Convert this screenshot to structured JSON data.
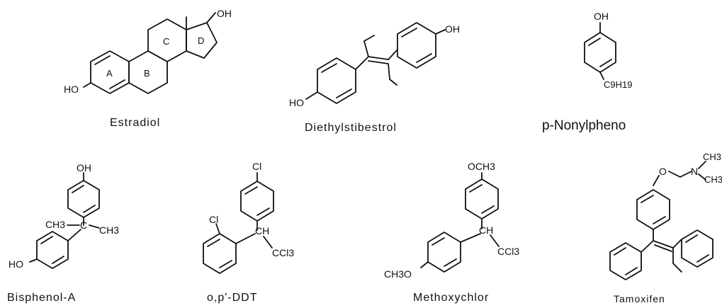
{
  "compounds": [
    {
      "name": "Estradiol",
      "labels": {
        "oh_top": "OH",
        "ho_left": "HO",
        "ring_a": "A",
        "ring_b": "B",
        "ring_c": "C",
        "ring_d": "D"
      }
    },
    {
      "name": "Diethylstibestrol",
      "labels": {
        "oh_right": "OH",
        "ho_left": "HO"
      }
    },
    {
      "name": "p-Nonylpheno",
      "labels": {
        "oh_top": "OH",
        "chain": "C9H19"
      }
    },
    {
      "name": "Bisphenol-A",
      "labels": {
        "oh_top": "OH",
        "ho_left": "HO",
        "ch3_left": "CH3",
        "ch3_right": "CH3",
        "center_c": "C"
      }
    },
    {
      "name": "o,p'-DDT",
      "labels": {
        "cl_top": "Cl",
        "cl_left": "Cl",
        "ch": "CH",
        "ccl3": "CCl3"
      }
    },
    {
      "name": "Methoxychlor",
      "labels": {
        "och3_top": "OCH3",
        "ch3o_left": "CH3O",
        "ch": "CH",
        "ccl3": "CCl3"
      }
    },
    {
      "name": "Tamoxifen",
      "labels": {
        "o": "O",
        "n": "N",
        "ch3_top": "CH3",
        "ch3_bottom": "CH3"
      }
    }
  ]
}
